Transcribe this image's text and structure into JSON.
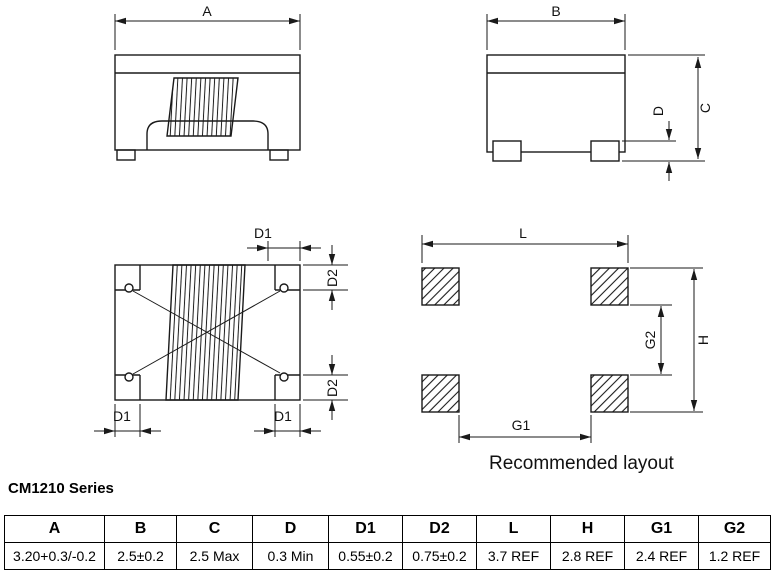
{
  "page": {
    "series_title": "CM1210 Series",
    "layout_caption": "Recommended layout"
  },
  "labels": {
    "a": "A",
    "b": "B",
    "c": "C",
    "d": "D",
    "d1": "D1",
    "d2": "D2",
    "l": "L",
    "h": "H",
    "g1": "G1",
    "g2": "G2"
  },
  "table": {
    "headers": [
      "A",
      "B",
      "C",
      "D",
      "D1",
      "D2",
      "L",
      "H",
      "G1",
      "G2"
    ],
    "values": [
      "3.20+0.3/-0.2",
      "2.5±0.2",
      "2.5 Max",
      "0.3 Min",
      "0.55±0.2",
      "0.75±0.2",
      "3.7 REF",
      "2.8 REF",
      "2.4 REF",
      "1.2 REF"
    ]
  },
  "colors": {
    "line": "#1a1a1a",
    "background": "#ffffff"
  }
}
